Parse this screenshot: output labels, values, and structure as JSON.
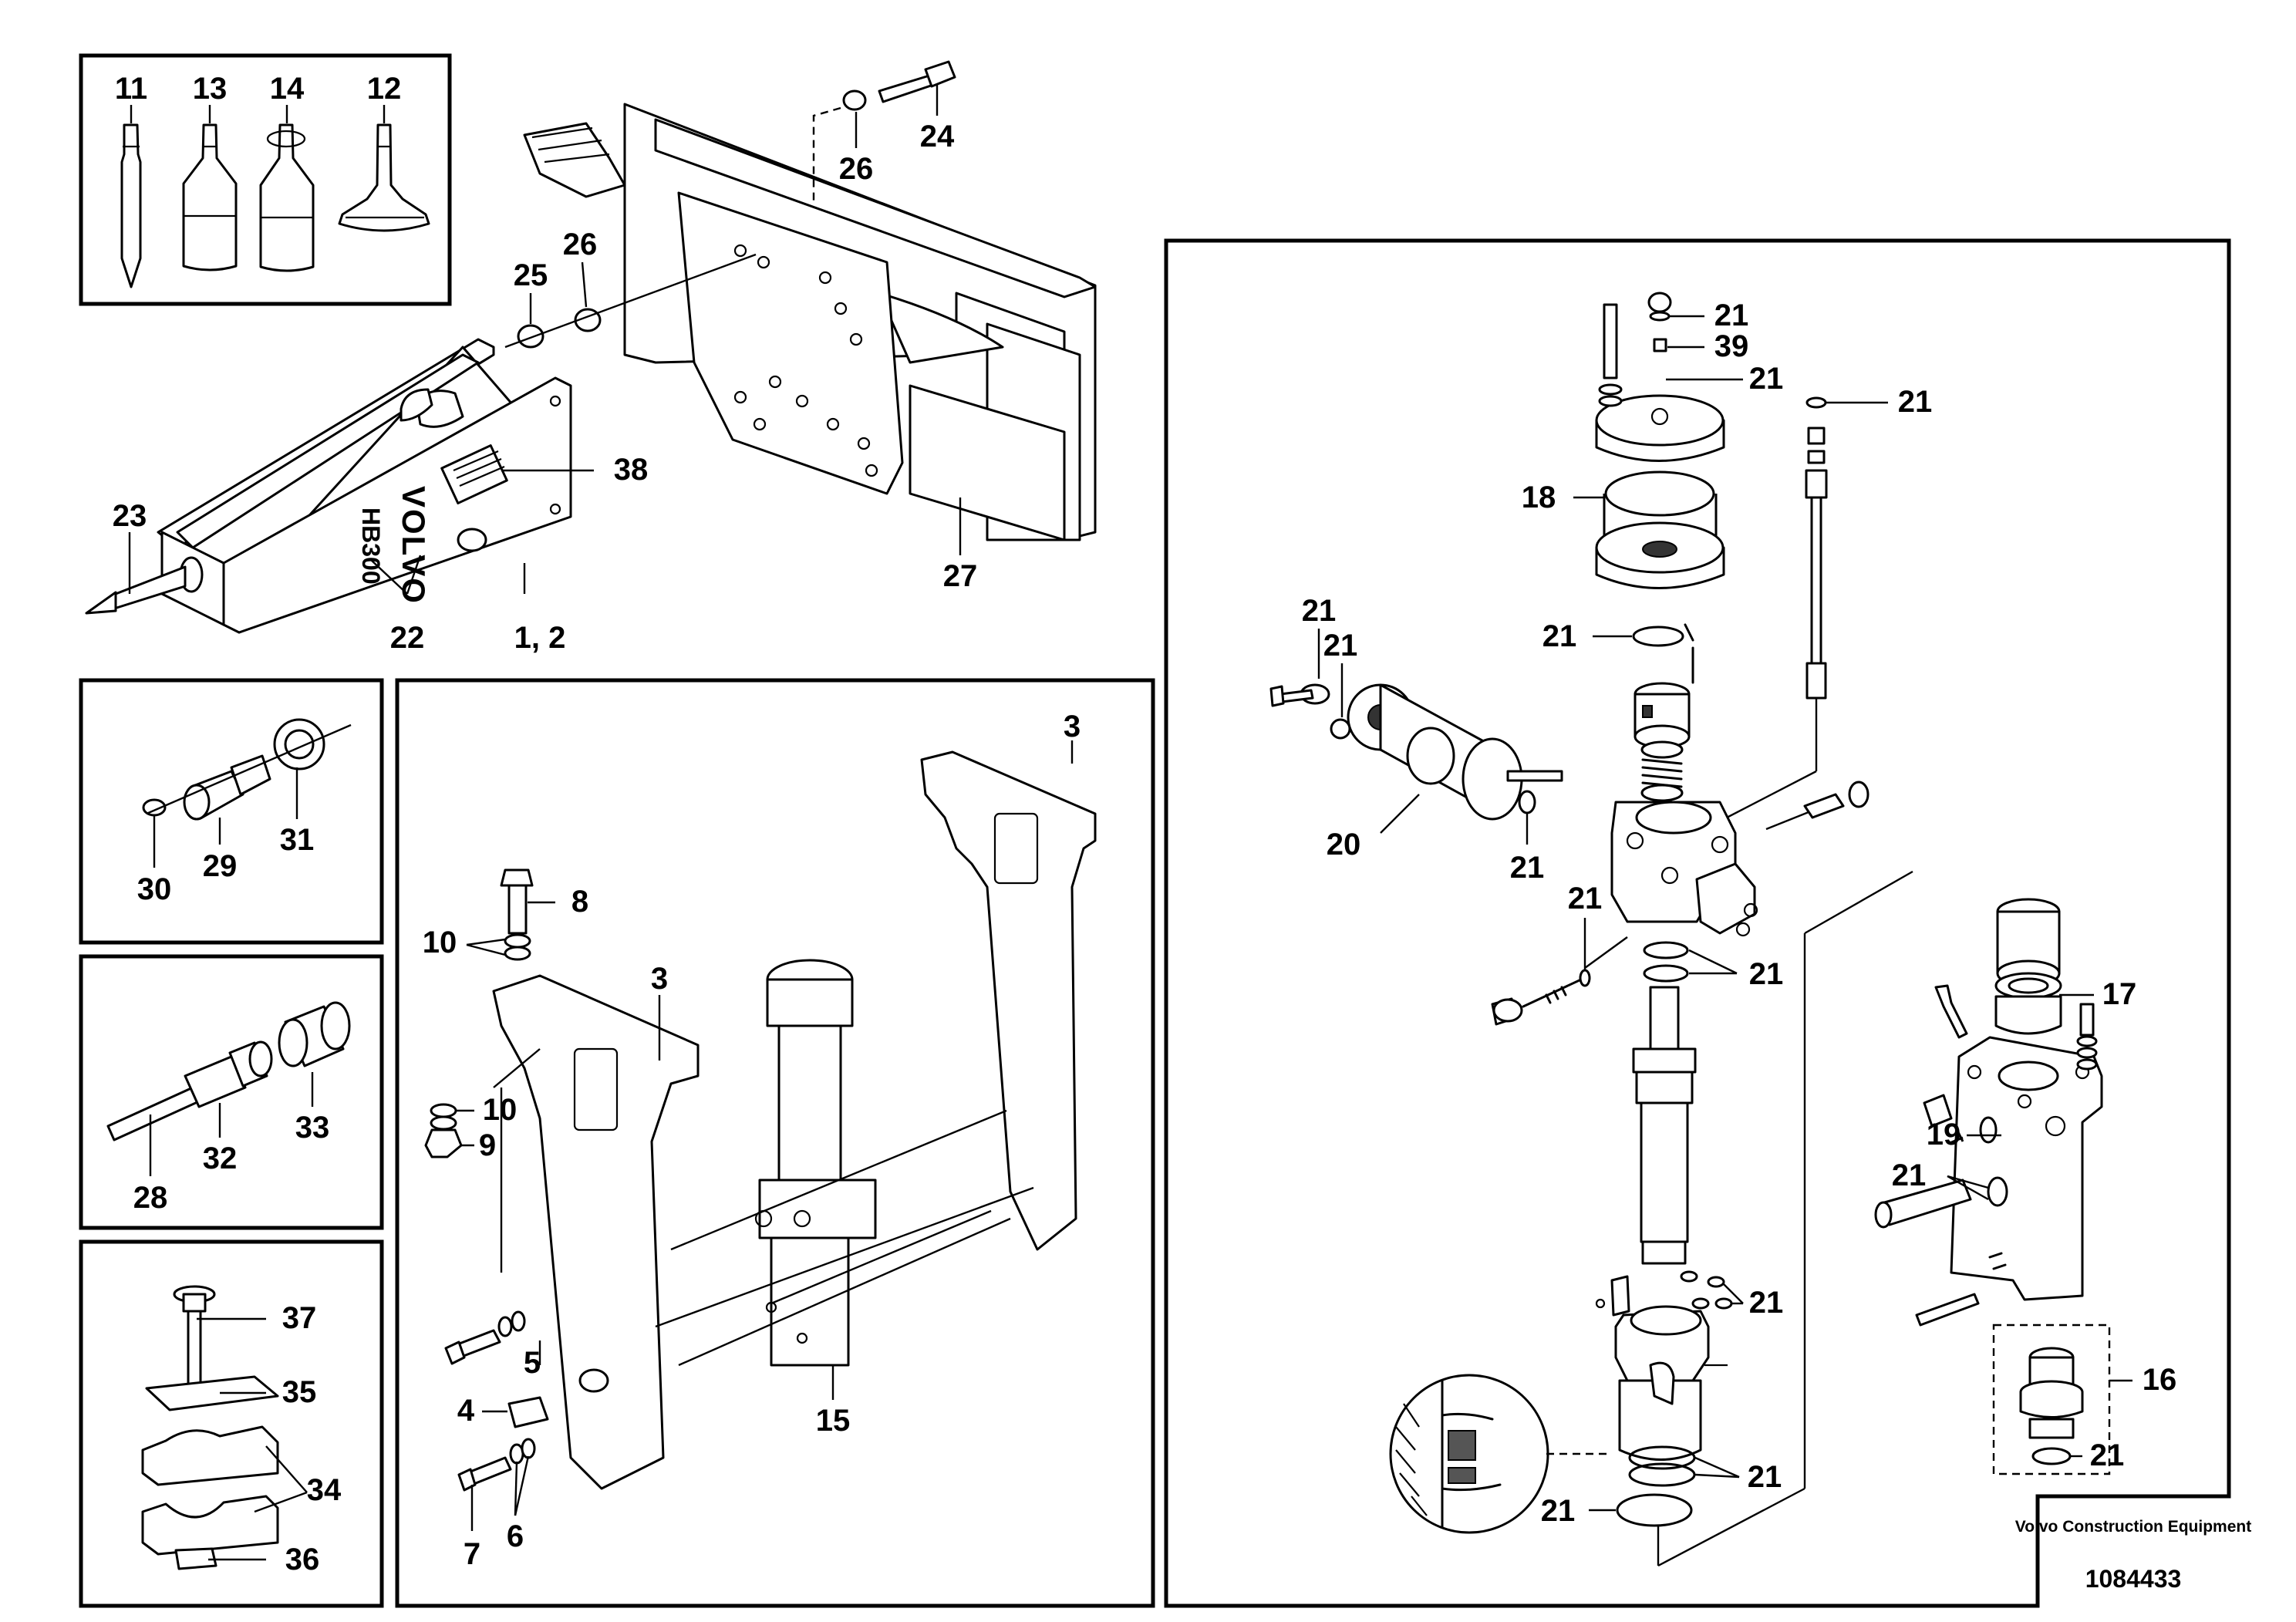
{
  "brand": {
    "company": "Volvo Construction Equipment",
    "drawing_number": "1084433"
  },
  "product_marks": {
    "logo": "VOLVO",
    "model": "HB300"
  },
  "labels": {
    "p1_2": "1, 2",
    "p3a": "3",
    "p3b": "3",
    "p4": "4",
    "p5": "5",
    "p6": "6",
    "p7": "7",
    "p8": "8",
    "p9": "9",
    "p10a": "10",
    "p10b": "10",
    "p11": "11",
    "p12": "12",
    "p13": "13",
    "p14": "14",
    "p15": "15",
    "p16": "16",
    "p17": "17",
    "p18": "18",
    "p19": "19",
    "p20": "20",
    "p21": "21",
    "p22": "22",
    "p23": "23",
    "p24": "24",
    "p25": "25",
    "p26a": "26",
    "p26b": "26",
    "p27": "27",
    "p28": "28",
    "p29": "29",
    "p30": "30",
    "p31": "31",
    "p32": "32",
    "p33": "33",
    "p34": "34",
    "p35": "35",
    "p36": "36",
    "p37": "37",
    "p38": "38",
    "p39": "39"
  }
}
